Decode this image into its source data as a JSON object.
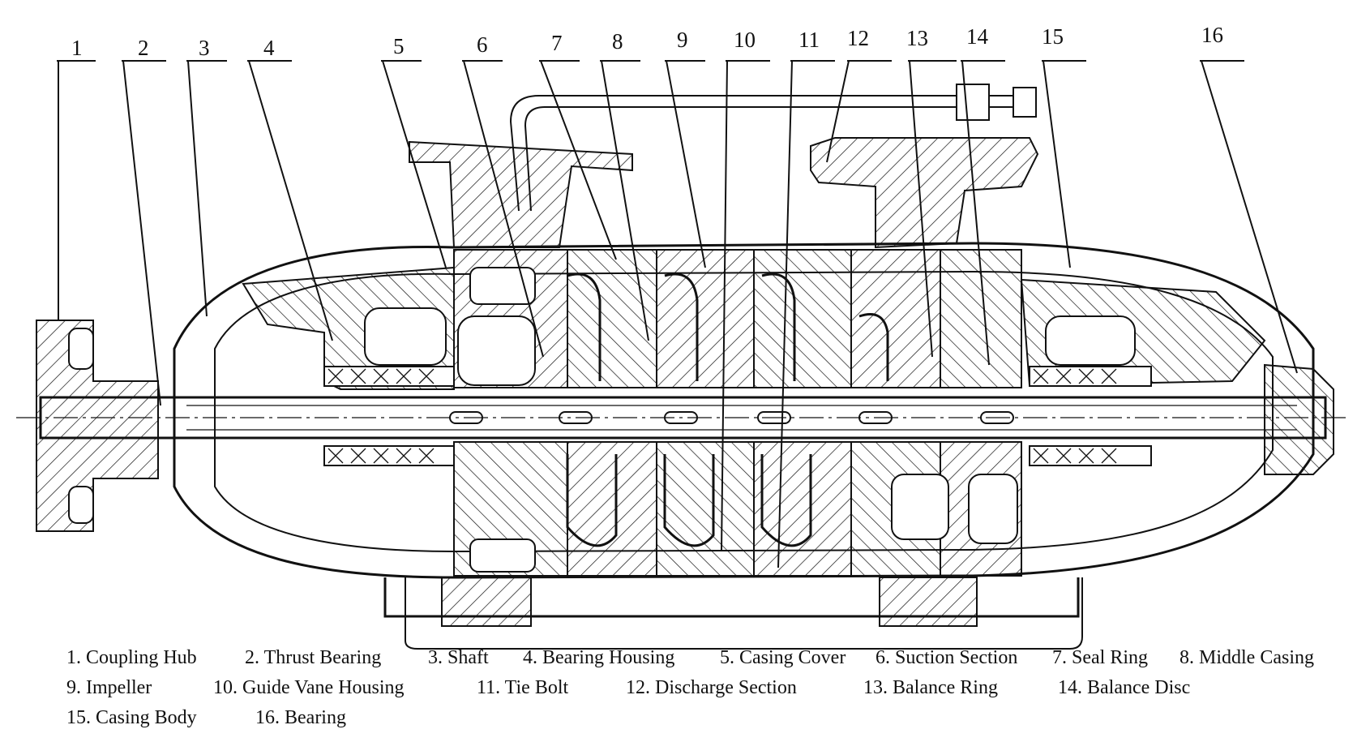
{
  "callouts": [
    "1",
    "2",
    "3",
    "4",
    "5",
    "6",
    "7",
    "8",
    "9",
    "10",
    "11",
    "12",
    "13",
    "14",
    "15",
    "16"
  ],
  "legend": [
    "1. Coupling Hub",
    "2.  Thrust Bearing",
    "3.  Shaft",
    "4.  Bearing Housing",
    "5.  Casing Cover",
    "6.  Suction Section",
    "7.  Seal Ring",
    "8.  Middle Casing",
    "9.  Impeller",
    "10.  Guide Vane Housing",
    "11.  Tie Bolt",
    "12.  Discharge Section",
    "13.  Balance Ring",
    "14.  Balance Disc",
    "15.  Casing Body",
    "16.  Bearing"
  ]
}
